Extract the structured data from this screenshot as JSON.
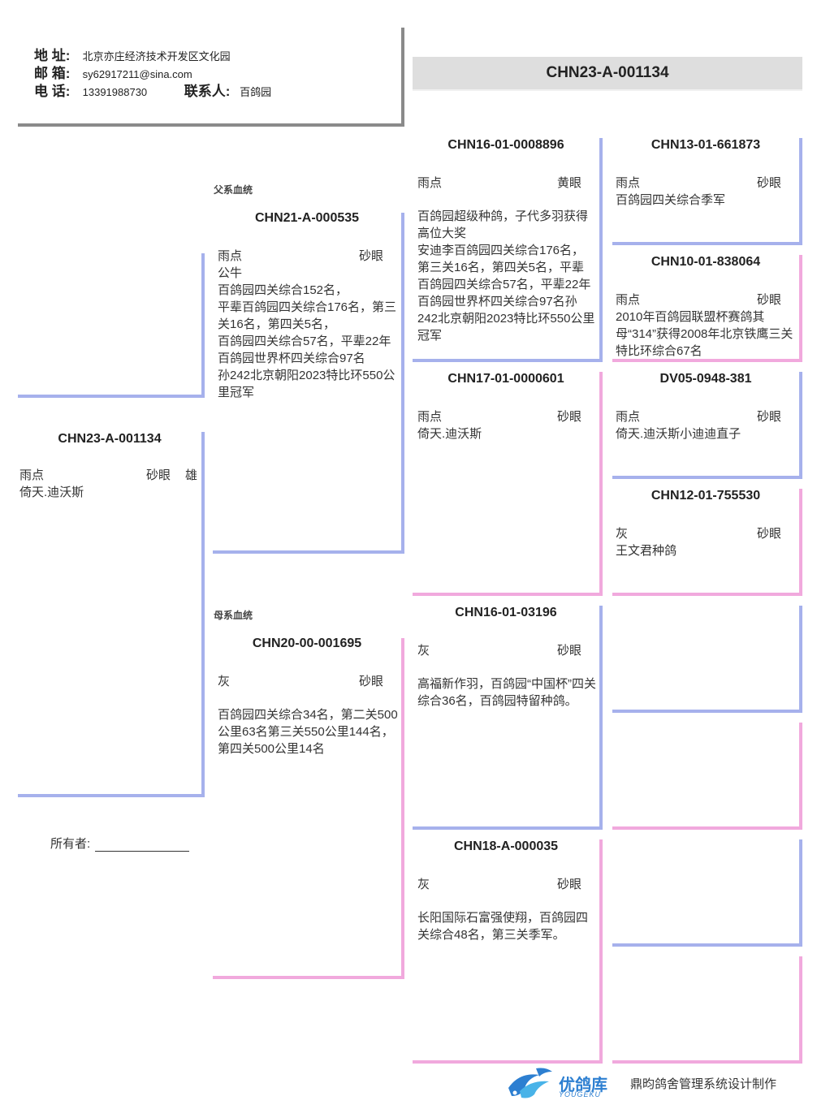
{
  "contact": {
    "address_label": "地 址:",
    "address": "北京亦庄经济技术开发区文化园",
    "email_label": "邮 箱:",
    "email": "sy62917211@sina.com",
    "phone_label": "电 话:",
    "phone": "13391988730",
    "contact_label": "联系人:",
    "contact_name": "百鸽园"
  },
  "main_ring": "CHN23-A-001134",
  "labels": {
    "sire_line": "父系血统",
    "dam_line": "母系血统"
  },
  "subject": {
    "ring": "CHN23-A-001134",
    "color": "雨点",
    "eye": "砂眼",
    "sex": "雄",
    "info": "倚天.迪沃斯"
  },
  "sire": {
    "ring": "CHN21-A-000535",
    "color": "雨点",
    "eye": "砂眼",
    "info": "公牛\n百鸽园四关综合152名，\n平辈百鸽园四关综合176名，第三关16名，第四关5名，\n百鸽园四关综合57名，平辈22年百鸽园世界杯四关综合97名\n孙242北京朝阳2023特比环550公里冠军"
  },
  "dam": {
    "ring": "CHN20-00-001695",
    "color": "灰",
    "eye": "砂眼",
    "info": "百鸽园四关综合34名，第二关500公里63名第三关550公里144名，第四关500公里14名"
  },
  "ss": {
    "ring": "CHN16-01-0008896",
    "color": "雨点",
    "eye": "黄眼",
    "info": "百鸽园超级种鸽，子代多羽获得高位大奖\n安迪李百鸽园四关综合176名，第三关16名，第四关5名，平辈百鸽园四关综合57名，平辈22年百鸽园世界杯四关综合97名孙242北京朝阳2023特比环550公里冠军"
  },
  "sd": {
    "ring": "CHN17-01-0000601",
    "color": "雨点",
    "eye": "砂眼",
    "info": "倚天.迪沃斯"
  },
  "ds": {
    "ring": "CHN16-01-03196",
    "color": "灰",
    "eye": "砂眼",
    "info": "高福新作羽，百鸽园“中国杯”四关综合36名，百鸽园特留种鸽。"
  },
  "dd": {
    "ring": "CHN18-A-000035",
    "color": "灰",
    "eye": "砂眼",
    "info": "长阳国际石富强使翔，百鸽园四关综合48名，第三关季军。"
  },
  "sss": {
    "ring": "CHN13-01-661873",
    "color": "雨点",
    "eye": "砂眼",
    "info": "百鸽园四关综合季军"
  },
  "ssd": {
    "ring": "CHN10-01-838064",
    "color": "雨点",
    "eye": "砂眼",
    "info": "2010年百鸽园联盟杯赛鸽其母“314”获得2008年北京铁鹰三关特比环综合67名"
  },
  "sds": {
    "ring": "DV05-0948-381",
    "color": "雨点",
    "eye": "砂眼",
    "info": "倚天.迪沃斯小迪迪直子"
  },
  "sdd": {
    "ring": "CHN12-01-755530",
    "color": "灰",
    "eye": "砂眼",
    "info": "王文君种鸽"
  },
  "owner_label": "所有者:",
  "footer": {
    "brand": "优鸽库",
    "brand_sub": "YOUGEKU",
    "credit": "鼎昀鸽舍管理系统设计制作"
  },
  "colors": {
    "sire_line": "#a6b1ec",
    "dam_line": "#f1a9dd",
    "brand": "#2d7fd1"
  },
  "icons": {
    "logo": "wave-bird-logo-icon"
  }
}
